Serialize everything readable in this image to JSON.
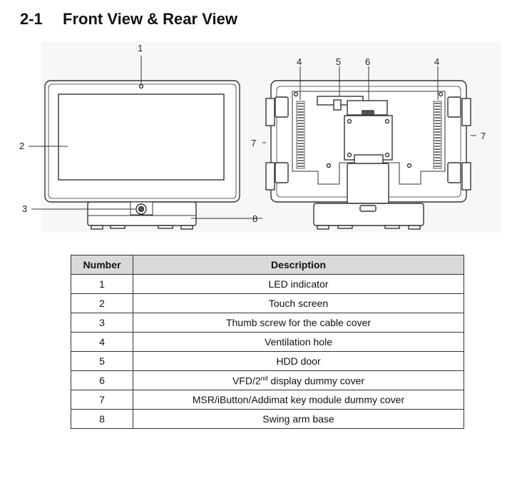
{
  "section": {
    "number": "2-1",
    "title": "Front View & Rear View"
  },
  "figure": {
    "front_callouts": [
      "1",
      "2",
      "3",
      "8"
    ],
    "rear_callouts": [
      "4",
      "5",
      "6",
      "4",
      "7",
      "7"
    ]
  },
  "table": {
    "headers": [
      "Number",
      "Description"
    ],
    "rows": [
      {
        "number": "1",
        "description": "LED indicator"
      },
      {
        "number": "2",
        "description": "Touch screen"
      },
      {
        "number": "3",
        "description": "Thumb screw for the cable cover"
      },
      {
        "number": "4",
        "description": "Ventilation hole"
      },
      {
        "number": "5",
        "description": "HDD door"
      },
      {
        "number": "6",
        "description_pre": "VFD/2",
        "description_sup": "nd",
        "description_post": " display dummy cover"
      },
      {
        "number": "7",
        "description": "MSR/iButton/Addimat key module dummy cover"
      },
      {
        "number": "8",
        "description": "Swing arm base"
      }
    ]
  }
}
